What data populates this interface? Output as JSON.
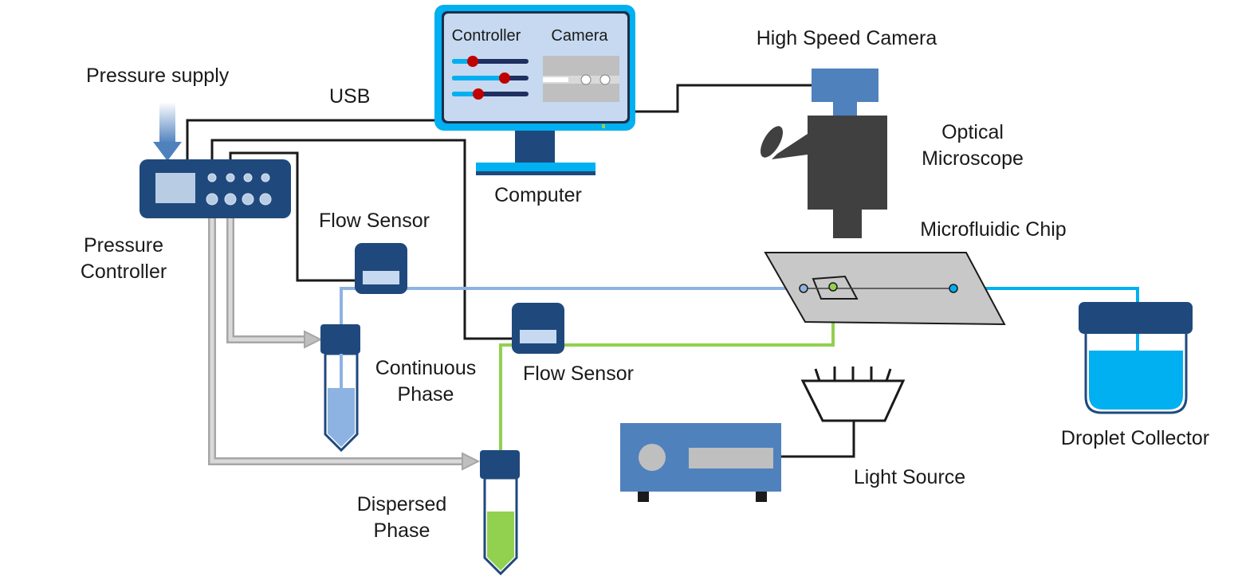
{
  "labels": {
    "pressure_supply": "Pressure supply",
    "usb": "USB",
    "pressure_controller_line1": "Pressure",
    "pressure_controller_line2": "Controller",
    "flow_sensor_1": "Flow Sensor",
    "flow_sensor_2": "Flow Sensor",
    "continuous_phase_line1": "Continuous",
    "continuous_phase_line2": "Phase",
    "dispersed_phase_line1": "Dispersed",
    "dispersed_phase_line2": "Phase",
    "computer": "Computer",
    "screen_controller": "Controller",
    "screen_camera": "Camera",
    "high_speed_camera": "High Speed Camera",
    "optical_microscope_line1": "Optical",
    "optical_microscope_line2": "Microscope",
    "microfluidic_chip": "Microfluidic Chip",
    "light_source": "Light Source",
    "droplet_collector": "Droplet Collector"
  },
  "colors": {
    "device_navy": "#1f497d",
    "device_blue": "#4f81bd",
    "screen_cyan": "#00b0f0",
    "continuous_blue": "#8db3e2",
    "dispersed_green": "#92d050",
    "collector_cyan": "#00b0f0",
    "microscope_dark": "#404040",
    "chip_gray": "#c8c8c8",
    "slider_red": "#c00000"
  }
}
